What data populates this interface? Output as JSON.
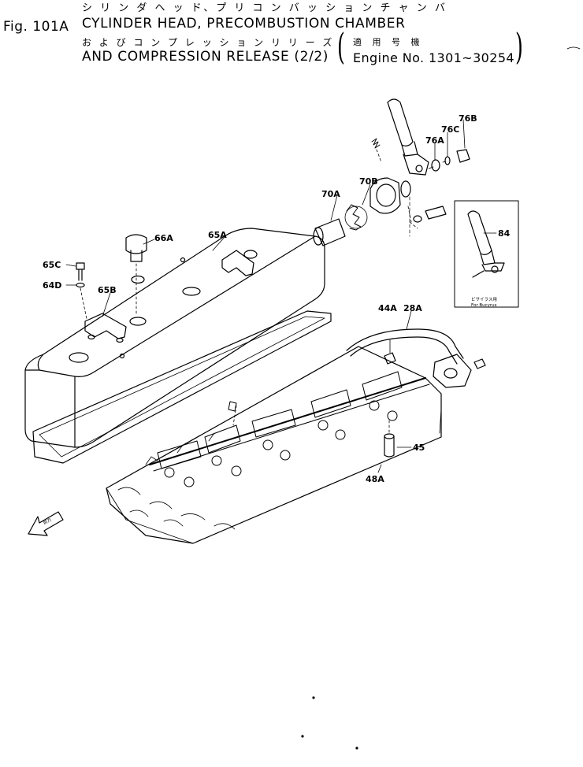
{
  "header": {
    "fig_no": "Fig. 101A",
    "title_jp_1": "シ リ ン ダ ヘ ッ ド、プ リ コ ン バ ッ シ ョ ン チ ャ ン バ",
    "title_en_1": "CYLINDER HEAD, PRECOMBUSTION CHAMBER",
    "title_jp_2": "お よ び コ ン プ レ ッ シ ョ ン リ リ ー ズ",
    "title_en_2": "AND COMPRESSION RELEASE (2/2)",
    "applicability_jp": "適 用 号 機",
    "engine_range": "Engine No. 1301~30254"
  },
  "callouts": {
    "c76b": "76B",
    "c76c": "76C",
    "c76a": "76A",
    "c70b": "70B",
    "c70a": "70A",
    "c66a": "66A",
    "c65a": "65A",
    "c65c": "65C",
    "c64d": "64D",
    "c65b": "65B",
    "c84": "84",
    "c44a": "44A",
    "c28a": "28A",
    "c45": "45",
    "c48a": "48A"
  },
  "inset": {
    "note_jp": "ビサイラス用",
    "note_en": "For Bucyrus"
  },
  "arrow": {
    "label": "前方"
  }
}
